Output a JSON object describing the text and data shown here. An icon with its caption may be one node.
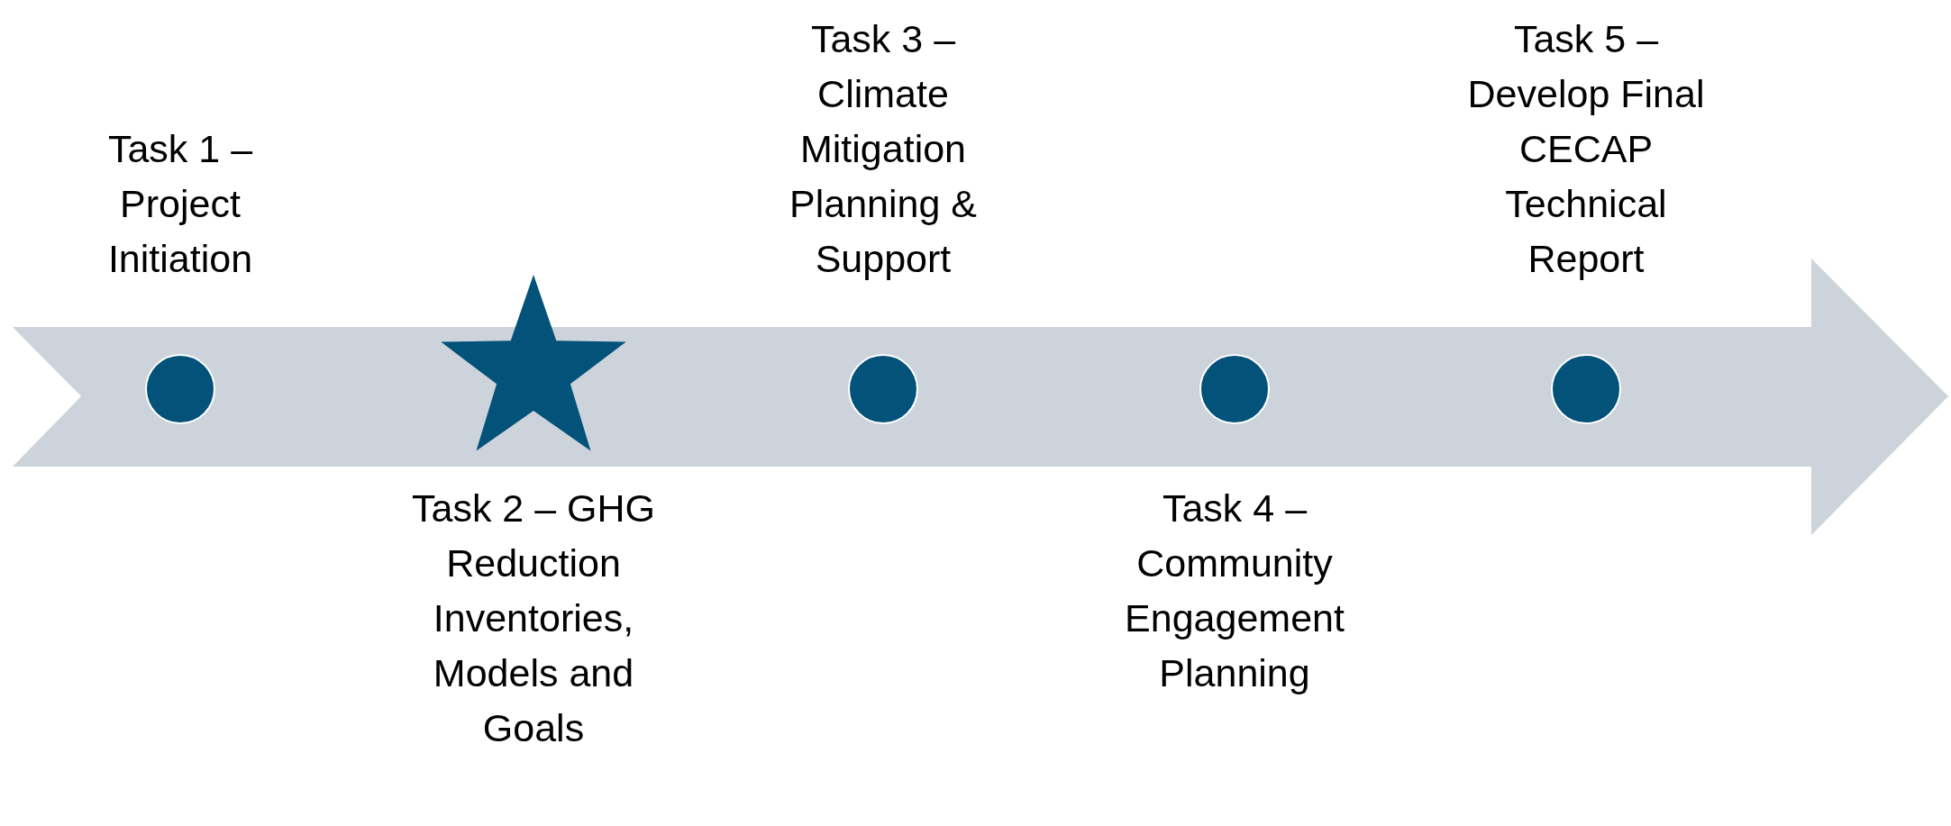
{
  "diagram": {
    "nodes": [
      {
        "text": [],
        "shape": "circle",
        "beside": [
          "Task 1 – Project Initiation"
        ]
      },
      {
        "text": [],
        "shape": "star",
        "beside": [
          "Task 2 – GHG Reduction Inventories, Models and Goals"
        ]
      },
      {
        "text": [],
        "shape": "circle",
        "beside": [
          "Task 3 – Climate Mitigation Planning & Support"
        ]
      },
      {
        "text": [],
        "shape": "circle",
        "beside": [
          "Task 4 – Community Engagement Planning"
        ]
      },
      {
        "text": [],
        "shape": "circle",
        "beside": [
          "Task 5 – Develop Final CECAP Technical Report"
        ]
      }
    ]
  }
}
